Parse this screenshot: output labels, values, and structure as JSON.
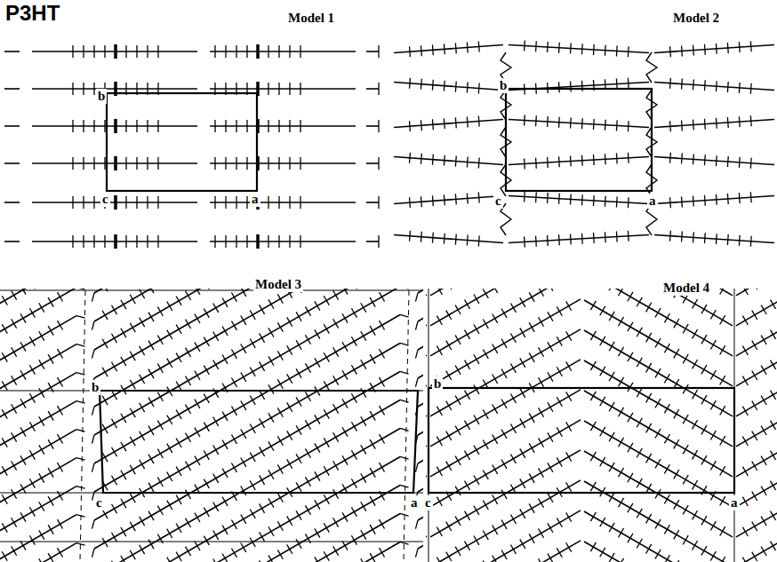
{
  "diagram": {
    "title": "P3HT",
    "labels": [
      "Model 1",
      "b",
      "c",
      "a",
      "Model 2",
      "b",
      "c",
      "a",
      "Model 3",
      "b",
      "c",
      "a",
      "Model 4",
      "b",
      "c",
      "a"
    ]
  }
}
